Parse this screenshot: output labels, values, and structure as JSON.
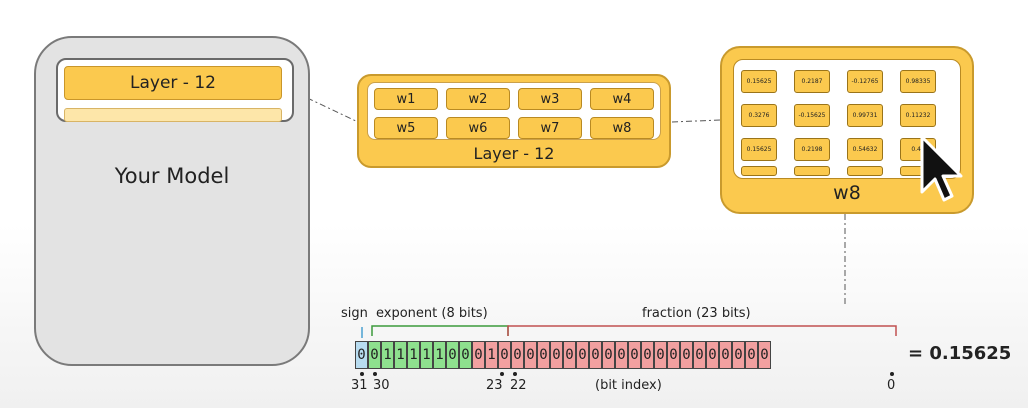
{
  "model": {
    "title": "Your Model",
    "layer_label": "Layer - 12"
  },
  "layer": {
    "title": "Layer - 12",
    "weights": [
      "w1",
      "w2",
      "w3",
      "w4",
      "w5",
      "w6",
      "w7",
      "w8"
    ]
  },
  "w8": {
    "title": "w8",
    "values": [
      "0.15625",
      "0.2187",
      "-0.12765",
      "0.98335",
      "0.3276",
      "-0.15625",
      "0.99731",
      "0.11232",
      "0.15625",
      "0.2198",
      "0.54632",
      "0.43"
    ]
  },
  "bits": {
    "sign_label": "sign",
    "exponent_label": "exponent (8 bits)",
    "fraction_label": "fraction (23 bits)",
    "values": [
      "0",
      "0",
      "1",
      "1",
      "1",
      "1",
      "1",
      "0",
      "0",
      "0",
      "1",
      "0",
      "0",
      "0",
      "0",
      "0",
      "0",
      "0",
      "0",
      "0",
      "0",
      "0",
      "0",
      "0",
      "0",
      "0",
      "0",
      "0",
      "0",
      "0",
      "0",
      "0"
    ],
    "index_labels": {
      "i31": "31",
      "i30": "30",
      "i23": "23",
      "i22": "22",
      "i0": "0",
      "caption": "(bit index)"
    },
    "equation": "= 0.15625"
  },
  "colors": {
    "layer": "#fbc94e",
    "sign": "#b8dcf0",
    "exponent": "#8ee08e",
    "fraction": "#f2a0a0"
  }
}
